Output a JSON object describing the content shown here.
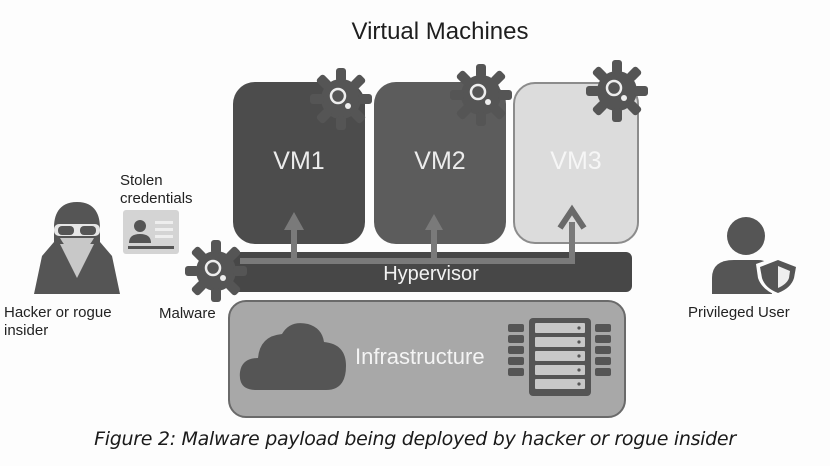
{
  "diagram": {
    "title": "Virtual Machines",
    "vms": [
      {
        "label": "VM1",
        "infected": true
      },
      {
        "label": "VM2",
        "infected": true
      },
      {
        "label": "VM3",
        "infected": true
      }
    ],
    "hypervisor_label": "Hypervisor",
    "infrastructure_label": "Infrastructure",
    "actors": {
      "hacker_label": "Hacker or rogue insider",
      "stolen_credentials_label": "Stolen credentials",
      "malware_label": "Malware",
      "privileged_user_label": "Privileged User"
    },
    "colors": {
      "dark": "#4c4c4c",
      "medium": "#5c5c5c",
      "light": "#dcdcdc",
      "gear": "#555555",
      "infra": "#a8a8a8"
    }
  },
  "caption": "Figure 2: Malware payload being deployed by hacker or rogue insider"
}
